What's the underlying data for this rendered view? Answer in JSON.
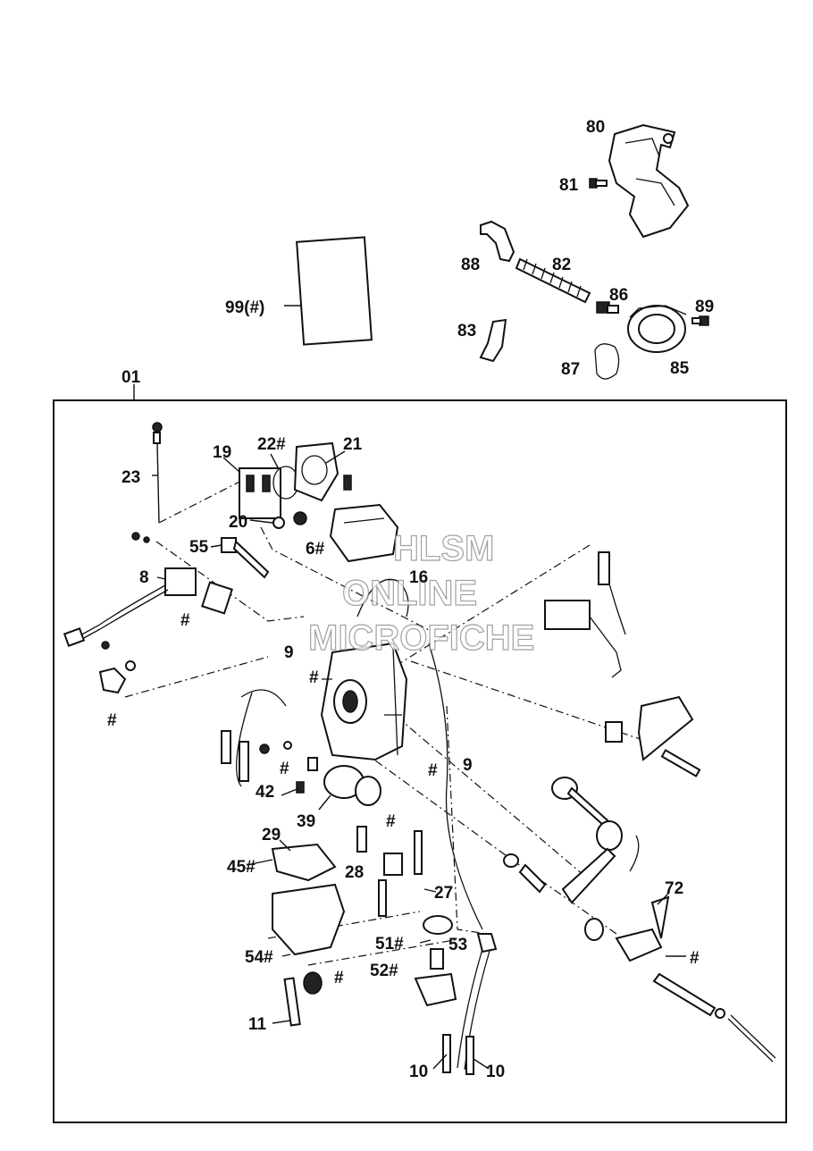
{
  "diagram": {
    "group_label": "01",
    "watermark": {
      "line1": "HLSM",
      "line2": "ONLINE",
      "line3": "MICROFICHE"
    },
    "callouts": {
      "c80": "80",
      "c81": "81",
      "c82": "82",
      "c83": "83",
      "c85": "85",
      "c86": "86",
      "c87": "87",
      "c88": "88",
      "c89": "89",
      "c99": "99(#)",
      "c23": "23",
      "c19": "19",
      "c22": "22#",
      "c21": "21",
      "c20": "20",
      "c55": "55",
      "c6": "6#",
      "c16": "16",
      "c8": "8",
      "c8hash": "#",
      "c9a": "9",
      "c9hash": "#",
      "c9b": "9",
      "c9bhash": "#",
      "cLhash": "#",
      "c42": "42",
      "cMhash": "#",
      "c39": "39",
      "c28": "28",
      "cRhash": "#",
      "c29": "29",
      "c45": "45#",
      "c27": "27",
      "c51": "51#",
      "c53": "53",
      "c52": "52#",
      "c54": "54#",
      "c54hash": "#",
      "c11": "11",
      "c10a": "10",
      "c10b": "10",
      "c72": "72",
      "c72hash": "#"
    }
  }
}
